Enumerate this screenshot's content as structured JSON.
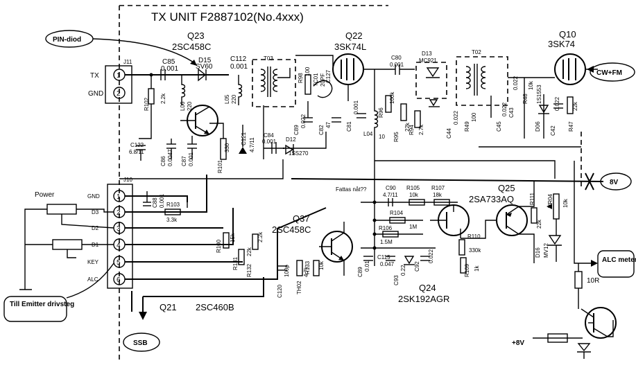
{
  "title": "TX UNIT F2887102(No.4xxx)",
  "transistors": {
    "q23": {
      "ref": "Q23",
      "part": "2SC458C"
    },
    "q22": {
      "ref": "Q22",
      "part": "3SK74L"
    },
    "q10": {
      "ref": "Q10",
      "part": "3SK74"
    },
    "q25": {
      "ref": "Q25",
      "part": "2SA733AQ"
    },
    "q37": {
      "ref": "Q37",
      "part": "2SC458C"
    },
    "q24": {
      "ref": "Q24",
      "part": "2SK192AGR"
    },
    "q21": {
      "ref": "Q21",
      "part": "2SC460B"
    }
  },
  "connectors": {
    "j11": {
      "ref": "J11",
      "pins": [
        "1",
        "2"
      ],
      "labels": [
        "TX",
        "GND"
      ]
    },
    "j10": {
      "ref": "J10",
      "pins": [
        "1",
        "2",
        "3",
        "4",
        "5",
        "6"
      ],
      "labels": [
        "GND",
        "D3",
        "D2",
        "D1",
        "KEY",
        "ALC"
      ]
    }
  },
  "components": {
    "c85": [
      "C85",
      "0.001"
    ],
    "d15": [
      "D15",
      "SV60"
    ],
    "c112": [
      "C112",
      "0.001"
    ],
    "t03": [
      "T03"
    ],
    "c122": [
      "C122",
      "6.8/11"
    ],
    "c86": [
      "C86",
      "0.0047"
    ],
    "c87": [
      "C87",
      "0.001"
    ],
    "r102": [
      "R102",
      "2.2k"
    ],
    "l06": [
      "L06",
      "220"
    ],
    "l05": [
      "L05",
      "220"
    ],
    "r101": [
      "R101",
      "330"
    ],
    "c121": [
      "C121",
      "4.7/11"
    ],
    "c84": [
      "C84",
      "0.001"
    ],
    "d12": [
      "D12",
      "1SS270"
    ],
    "r98": [
      "R98",
      "100"
    ],
    "c89": [
      "C89",
      "0.022"
    ],
    "tc01": [
      "TC01",
      "20PF"
    ],
    "c127": [
      "C127"
    ],
    "c82": [
      "C82",
      "47"
    ],
    "c81": [
      "C81",
      "0.001"
    ],
    "l04": [
      "L04",
      "10"
    ],
    "c80": [
      "C80",
      "0.001"
    ],
    "d13": [
      "D13",
      "MC921"
    ],
    "r96": [
      "R96",
      "100k"
    ],
    "r95": [
      "R95",
      "22k"
    ],
    "r94": [
      "R94",
      "2.7k"
    ],
    "t02": [
      "T02"
    ],
    "c44": [
      "C44",
      "0.022"
    ],
    "r49": [
      "R49",
      "100"
    ],
    "c45": [
      "C45",
      "0.022"
    ],
    "r48": [
      "R48",
      "10k"
    ],
    "c43": [
      "C43",
      "0.022"
    ],
    "d06": [
      "D06",
      "1S1553"
    ],
    "c42": [
      "C42",
      "0.022"
    ],
    "r47": [
      "R47",
      "22k"
    ],
    "c88": [
      "C88",
      "0.001"
    ],
    "r103": [
      "R103",
      "3.3k"
    ],
    "r100": [
      "R100",
      "15k"
    ],
    "r131": [
      "R131",
      "22k"
    ],
    "r132": [
      "R132",
      "2.2k"
    ],
    "c120": [
      "C120",
      "100p"
    ],
    "th02": [
      "TH02",
      "4.7k"
    ],
    "r133": [
      "R133",
      "10k"
    ],
    "c90": [
      "C90",
      "4.7/11"
    ],
    "r105": [
      "R105",
      "10k"
    ],
    "r107": [
      "R107",
      "18k"
    ],
    "r104": [
      "R104",
      "1M"
    ],
    "r106": [
      "R106",
      "1.5M"
    ],
    "c89b": [
      "C89",
      "0.01"
    ],
    "c115": [
      "C115",
      "0.047"
    ],
    "c93": [
      "C93",
      "0.22"
    ],
    "c92": [
      "C92",
      "0.022"
    ],
    "r110": [
      "R110",
      "330k"
    ],
    "r109": [
      "R109",
      "1k"
    ],
    "r111": [
      "R111",
      "22k"
    ],
    "vr04": [
      "VR04",
      "10k"
    ],
    "d16": [
      "D16",
      "MV12"
    ]
  },
  "annotations": {
    "pin_diod": "PIN-diod",
    "cw_fm": "CW+FM",
    "v8": "8V",
    "alc_meter": "ALC meter",
    "power": "Power",
    "till_emitter": "Till Emitter drivsteg",
    "ssb": "SSB",
    "fattas": "Fattas nåt??",
    "r10": "10R",
    "plus8v": "+8V"
  }
}
